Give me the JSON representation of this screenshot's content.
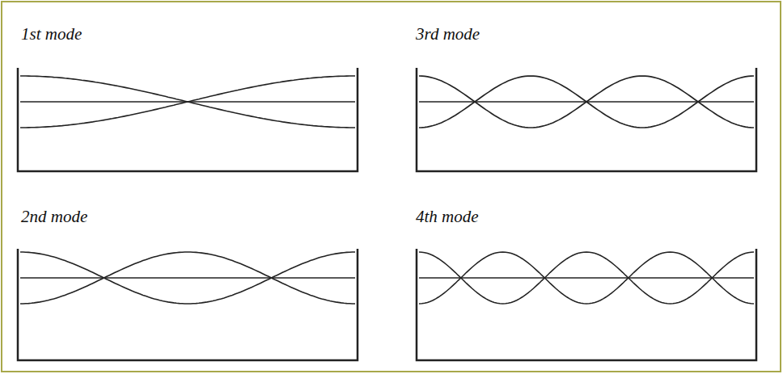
{
  "diagram": {
    "labels": [
      "1st mode",
      "3rd mode",
      "2nd mode",
      "4th mode"
    ]
  }
}
